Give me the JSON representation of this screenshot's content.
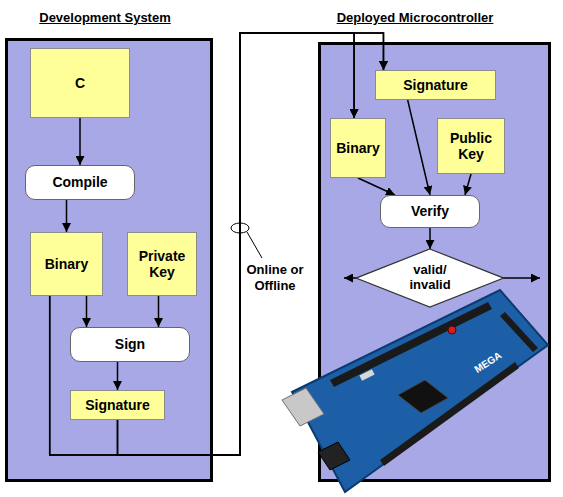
{
  "diagram": {
    "nodes": [
      {
        "text": [
          "Development System"
        ]
      },
      {
        "text": [
          "C"
        ],
        "in": 0
      },
      {
        "text": [
          "Compile"
        ],
        "in": 0
      },
      {
        "text": [
          "Binary"
        ],
        "in": 0
      },
      {
        "text": [
          "Private Key"
        ],
        "in": 0
      },
      {
        "text": [
          "Sign"
        ],
        "in": 0
      },
      {
        "text": [
          "Signature"
        ],
        "in": 0
      },
      {
        "text": [
          "Deployed Microcontroller"
        ]
      },
      {
        "text": [
          "Signature"
        ],
        "in": 7
      },
      {
        "text": [
          "Binary"
        ],
        "in": 7
      },
      {
        "text": [
          "Public Key"
        ],
        "in": 7
      },
      {
        "text": [
          "Verify"
        ],
        "in": 7
      },
      {
        "text": [
          "valid/ invalid"
        ],
        "in": 7
      }
    ],
    "edges": [
      {
        "from": 1,
        "to": 2,
        "arrow": "to"
      },
      {
        "from": 2,
        "to": 3,
        "arrow": "to"
      },
      {
        "from": 3,
        "to": 5,
        "arrow": "to"
      },
      {
        "from": 4,
        "to": 5,
        "arrow": "to"
      },
      {
        "from": 5,
        "to": 6,
        "arrow": "to"
      },
      {
        "from": 3,
        "to": 9,
        "arrow": "to"
      },
      {
        "from": 3,
        "to": 8,
        "arrow": "to"
      },
      {
        "from": 6,
        "to": 9,
        "arrow": "to"
      },
      {
        "from": 6,
        "to": 8,
        "arrow": "to"
      },
      {
        "from": 8,
        "to": 11,
        "arrow": "to"
      },
      {
        "from": 9,
        "to": 11,
        "arrow": "to"
      },
      {
        "from": 10,
        "to": 11,
        "arrow": "to"
      },
      {
        "from": 11,
        "to": 12,
        "arrow": "to"
      }
    ],
    "labels": [
      "Online or Offline",
      "MEGA"
    ]
  }
}
